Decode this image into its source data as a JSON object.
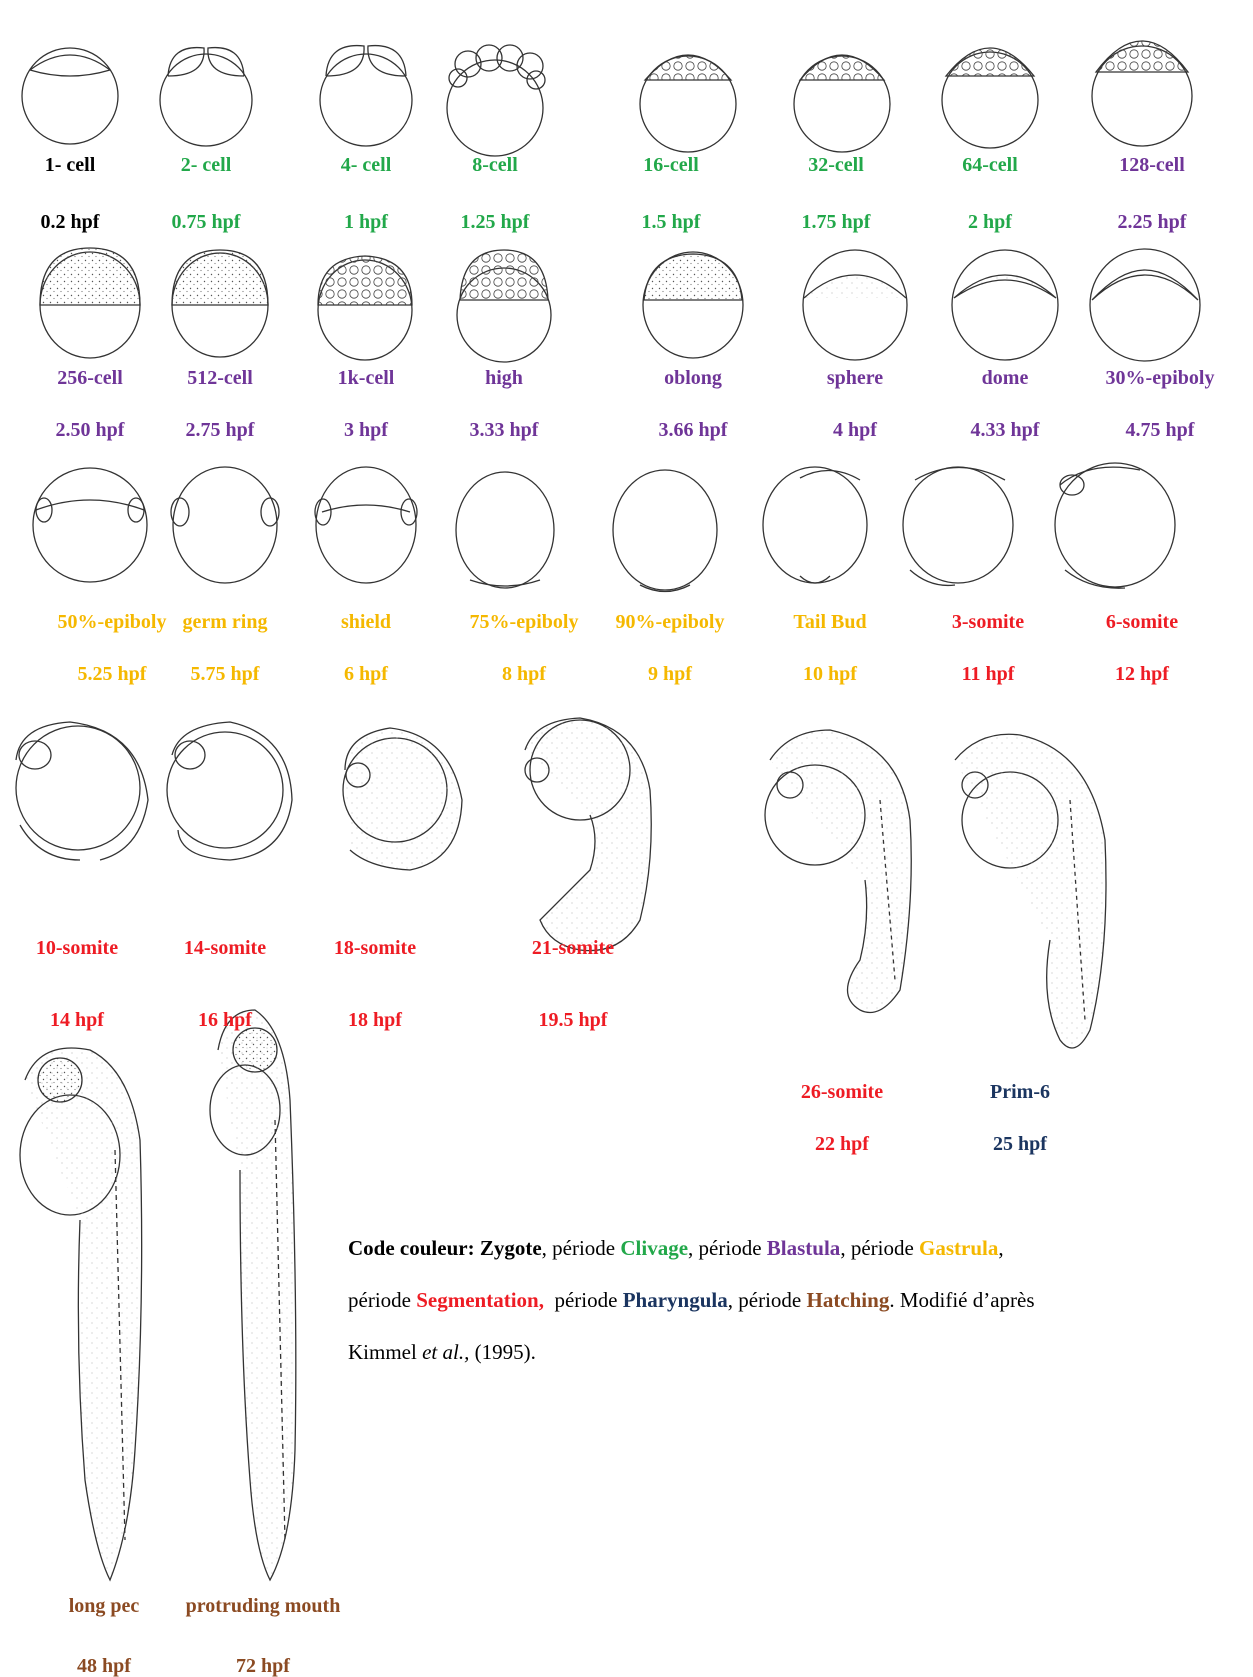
{
  "colors": {
    "zygote": "#000000",
    "clivage": "#22a84a",
    "blastula": "#6f3598",
    "gastrula": "#f5b800",
    "segmentation": "#ee1c24",
    "pharyngula": "#1b3560",
    "hatching": "#8b4a22"
  },
  "stages": [
    {
      "name": "1- cell",
      "time": "0.2 hpf",
      "period": "zygote"
    },
    {
      "name": "2- cell",
      "time": "0.75 hpf",
      "period": "clivage"
    },
    {
      "name": "4- cell",
      "time": "1 hpf",
      "period": "clivage"
    },
    {
      "name": "8-cell",
      "time": "1.25 hpf",
      "period": "clivage"
    },
    {
      "name": "16-cell",
      "time": "1.5 hpf",
      "period": "clivage"
    },
    {
      "name": "32-cell",
      "time": "1.75 hpf",
      "period": "clivage"
    },
    {
      "name": "64-cell",
      "time": "2 hpf",
      "period": "clivage"
    },
    {
      "name": "128-cell",
      "time": "2.25 hpf",
      "period": "blastula"
    },
    {
      "name": "256-cell",
      "time": "2.50 hpf",
      "period": "blastula"
    },
    {
      "name": "512-cell",
      "time": "2.75 hpf",
      "period": "blastula"
    },
    {
      "name": "1k-cell",
      "time": "3 hpf",
      "period": "blastula"
    },
    {
      "name": "high",
      "time": "3.33 hpf",
      "period": "blastula"
    },
    {
      "name": "oblong",
      "time": "3.66 hpf",
      "period": "blastula"
    },
    {
      "name": "sphere",
      "time": "4 hpf",
      "period": "blastula"
    },
    {
      "name": "dome",
      "time": "4.33 hpf",
      "period": "blastula"
    },
    {
      "name": "30%-epiboly",
      "time": "4.75 hpf",
      "period": "blastula"
    },
    {
      "name": "50%-epiboly",
      "time": "5.25 hpf",
      "period": "gastrula"
    },
    {
      "name": "germ ring",
      "time": "5.75 hpf",
      "period": "gastrula"
    },
    {
      "name": "shield",
      "time": "6 hpf",
      "period": "gastrula"
    },
    {
      "name": "75%-epiboly",
      "time": "8 hpf",
      "period": "gastrula"
    },
    {
      "name": "90%-epiboly",
      "time": "9 hpf",
      "period": "gastrula"
    },
    {
      "name": "Tail Bud",
      "time": "10 hpf",
      "period": "gastrula"
    },
    {
      "name": "3-somite",
      "time": "11 hpf",
      "period": "segmentation"
    },
    {
      "name": "6-somite",
      "time": "12 hpf",
      "period": "segmentation"
    },
    {
      "name": "10-somite",
      "time": "14 hpf",
      "period": "segmentation"
    },
    {
      "name": "14-somite",
      "time": "16 hpf",
      "period": "segmentation"
    },
    {
      "name": "18-somite",
      "time": "18 hpf",
      "period": "segmentation"
    },
    {
      "name": "21-somite",
      "time": "19.5 hpf",
      "period": "segmentation"
    },
    {
      "name": "26-somite",
      "time": "22 hpf",
      "period": "segmentation"
    },
    {
      "name": "Prim-6",
      "time": "25 hpf",
      "period": "pharyngula"
    },
    {
      "name": "long pec",
      "time": "48 hpf",
      "period": "hatching"
    },
    {
      "name": "protruding mouth",
      "time": "72 hpf",
      "period": "hatching"
    }
  ],
  "caption": {
    "lead": "Code couleur:",
    "periode": "période",
    "sep": ", ",
    "zygote": "Zygote",
    "clivage": "Clivage",
    "blastula": "Blastula",
    "gastrula": "Gastrula",
    "segmentation": "Segmentation,",
    "pharyngula": "Pharyngula",
    "hatching": "Hatching",
    "tail1": ". Modifié d’après",
    "author": "Kimmel",
    "etal": "et al.,",
    "year": "(1995)."
  }
}
